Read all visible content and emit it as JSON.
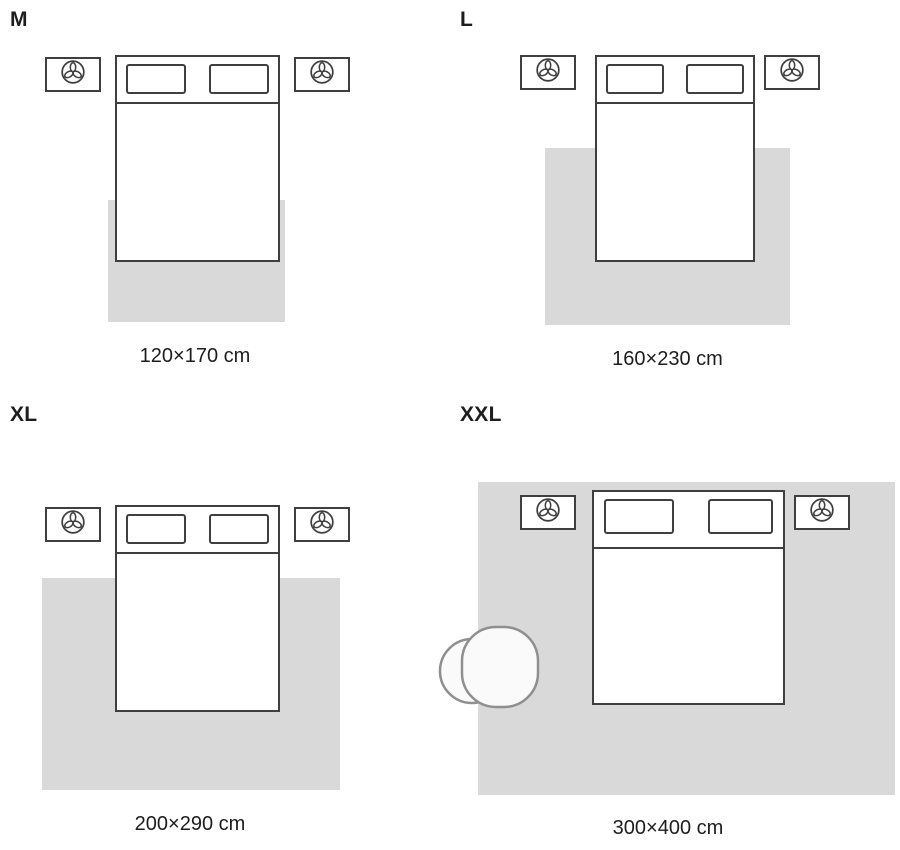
{
  "panels": [
    {
      "label": "M",
      "size": "120×170 cm"
    },
    {
      "label": "L",
      "size": "160×230 cm"
    },
    {
      "label": "XL",
      "size": "200×290 cm"
    },
    {
      "label": "XXL",
      "size": "300×400 cm"
    }
  ],
  "colors": {
    "background": "#ffffff",
    "rug": "#d9d9d9",
    "furniture_line": "#3f3f3f",
    "pouf_line": "#8f8f8f",
    "text": "#1d1d1f"
  },
  "icons": {
    "nightstand_decor": "plant-icon",
    "extra_seat": "pouf"
  }
}
